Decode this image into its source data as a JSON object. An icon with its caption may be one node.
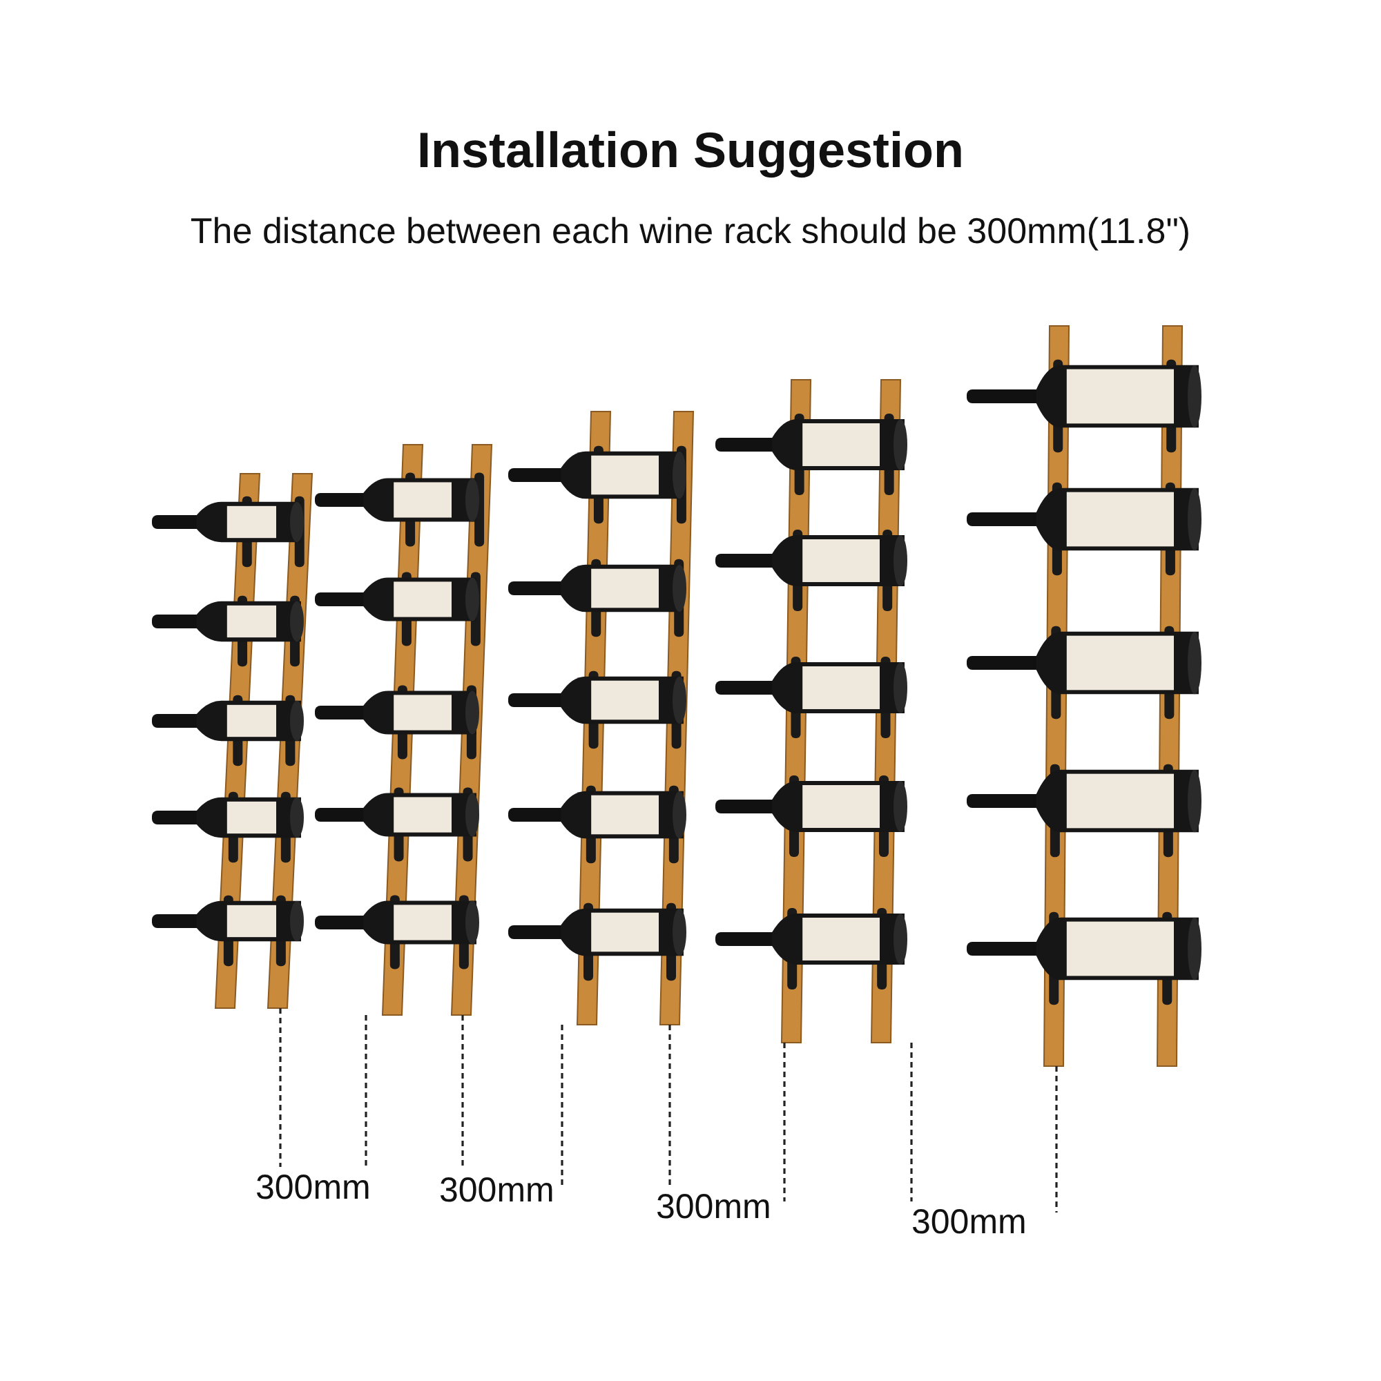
{
  "diagram": {
    "title": "Installation Suggestion",
    "labels": [
      "The distance between each wine rack should be 300mm(11.8\")",
      "300mm",
      "300mm",
      "300mm",
      "300mm"
    ]
  }
}
